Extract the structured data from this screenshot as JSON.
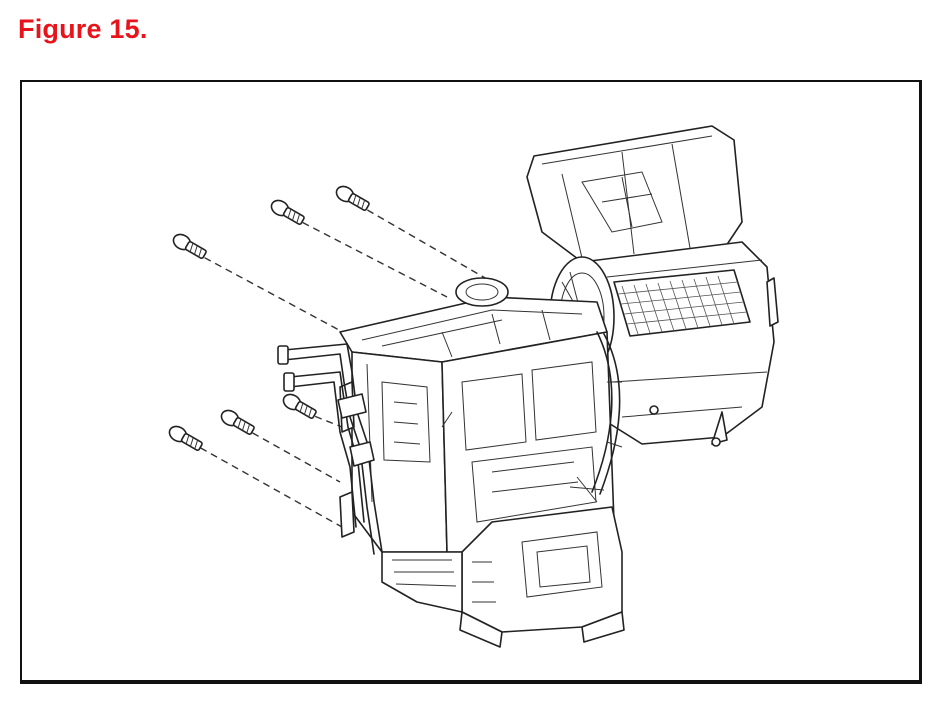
{
  "figure": {
    "title": "Figure 15."
  },
  "illustration": {
    "parts": [
      "screw-icon",
      "heater-unit-housing",
      "blower-unit",
      "filter-element",
      "pipe-assembly"
    ],
    "colors": {
      "title": "#e8141b",
      "line": "#222222",
      "frame": "#111111",
      "background": "#ffffff"
    }
  }
}
